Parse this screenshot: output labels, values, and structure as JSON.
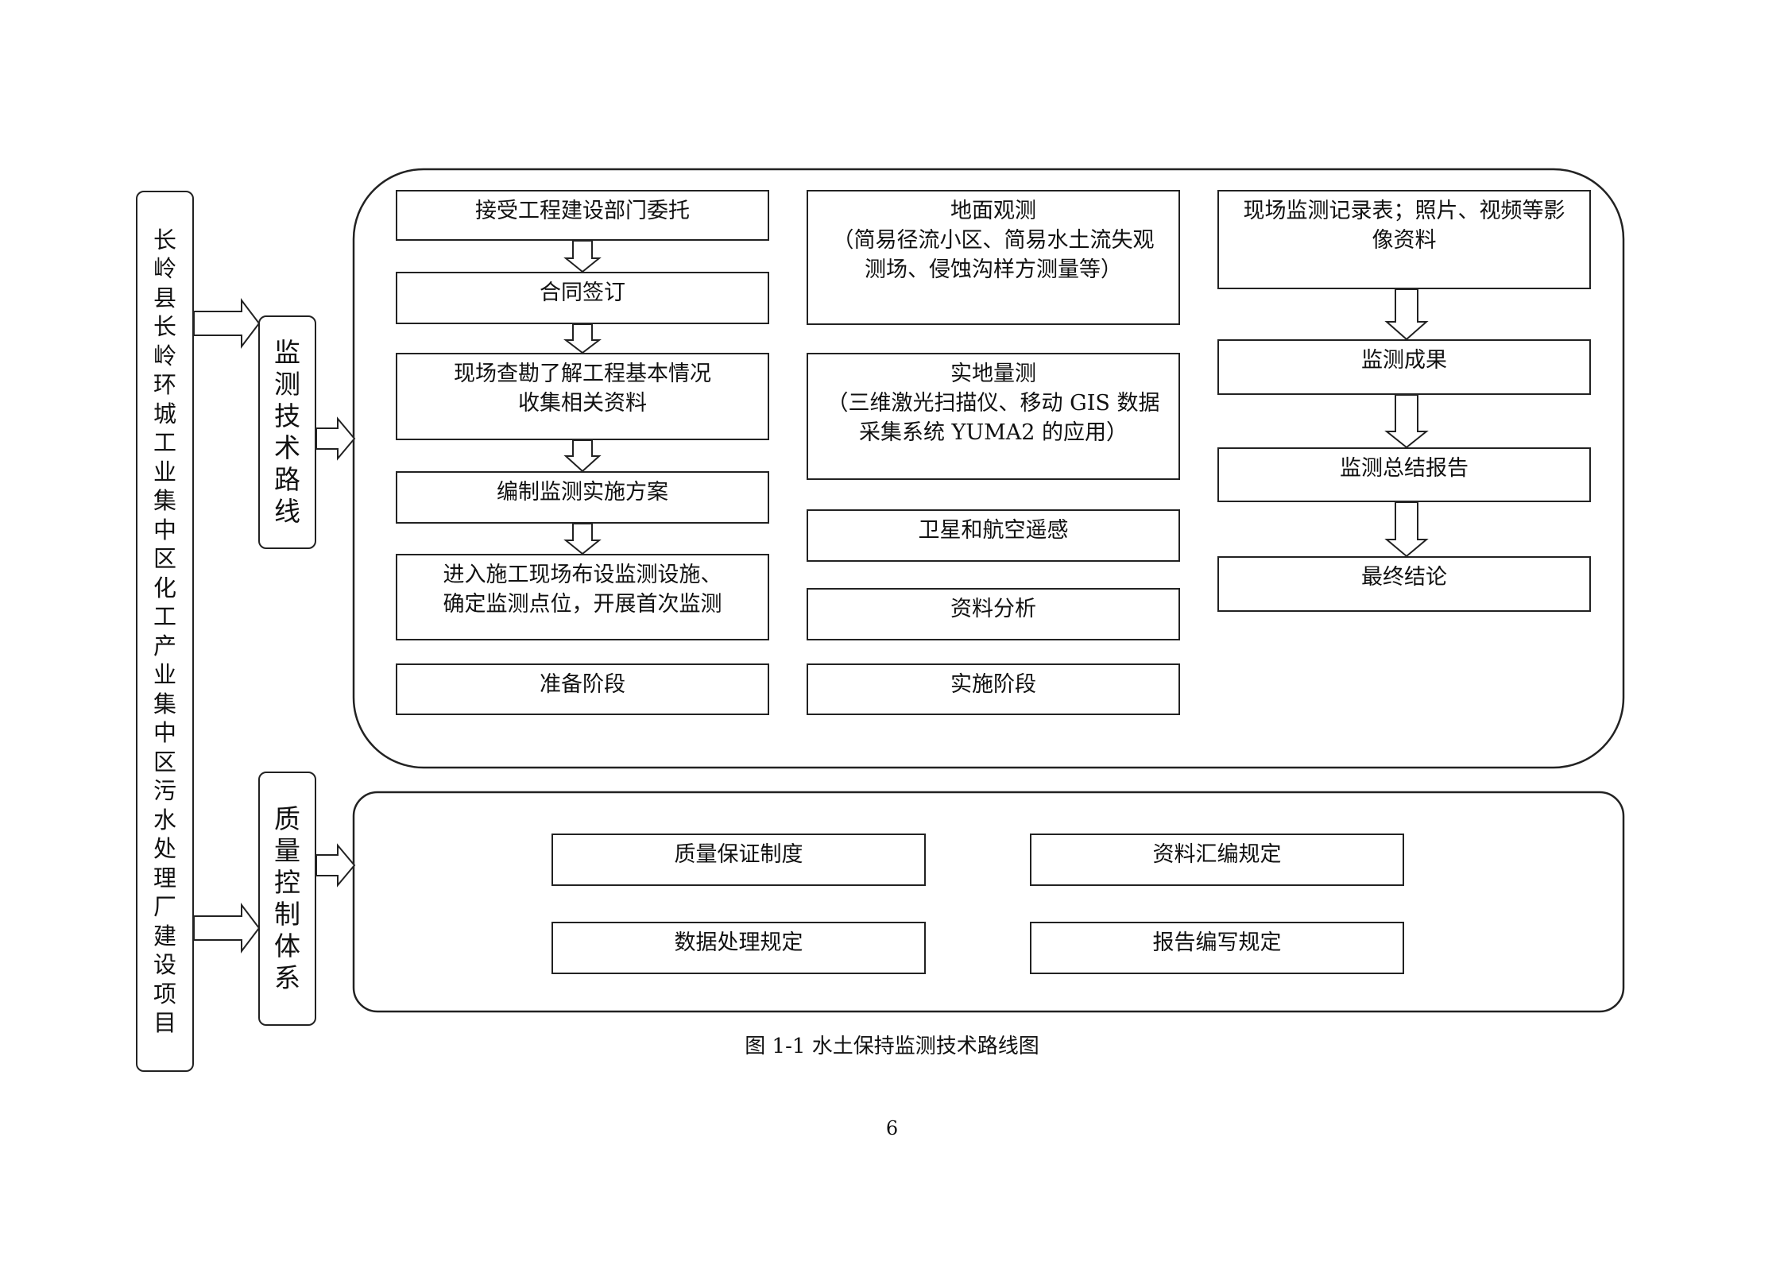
{
  "project": {
    "chars": [
      "长",
      "岭",
      "县",
      "长",
      "岭",
      "环",
      "城",
      "工",
      "业",
      "集",
      "中",
      "区",
      "化",
      "工",
      "产",
      "业",
      "集",
      "中",
      "区",
      "污",
      "水",
      "处",
      "理",
      "厂",
      "建",
      "设",
      "项",
      "目"
    ]
  },
  "tech_route": {
    "chars": [
      "监",
      "测",
      "技",
      "术",
      "路",
      "线"
    ]
  },
  "quality_system": {
    "chars": [
      "质",
      "量",
      "控",
      "制",
      "体",
      "系"
    ]
  },
  "prep": {
    "entrust": "接受工程建设部门委托",
    "contract": "合同签订",
    "survey_line1": "现场查勘了解工程基本情况",
    "survey_line2": "收集相关资料",
    "plan": "编制监测实施方案",
    "enter_line1": "进入施工现场布设监测设施、",
    "enter_line2": "确定监测点位，开展首次监测",
    "stage": "准备阶段"
  },
  "impl": {
    "ground_line1": "地面观测",
    "ground_line2": "（简易径流小区、简易水土流失观",
    "ground_line3": "测场、侵蚀沟样方测量等）",
    "field_line1": "实地量测",
    "field_line2": "（三维激光扫描仪、移动 GIS 数据",
    "field_line3": "采集系统 YUMA2 的应用）",
    "remote": "卫星和航空遥感",
    "analysis": "资料分析",
    "stage": "实施阶段"
  },
  "result": {
    "records_line1": "现场监测记录表；照片、视频等影",
    "records_line2": "像资料",
    "outcome": "监测成果",
    "report": "监测总结报告",
    "conclusion": "最终结论"
  },
  "quality": {
    "assurance": "质量保证制度",
    "compile": "资料汇编规定",
    "data_processing": "数据处理规定",
    "report_writing": "报告编写规定"
  },
  "caption": "图 1-1 水土保持监测技术路线图",
  "page_number": "6"
}
